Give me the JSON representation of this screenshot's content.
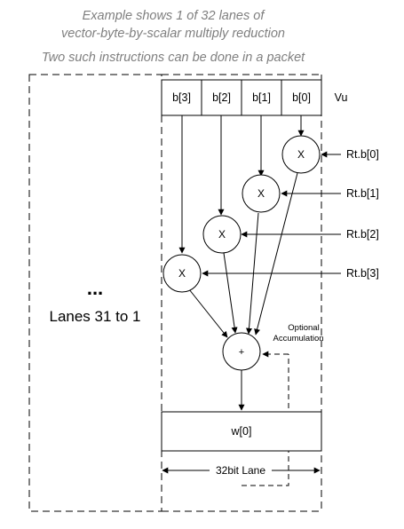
{
  "caption": {
    "line1": "Example shows 1 of 32 lanes of",
    "line2": "vector-byte-by-scalar multiply reduction",
    "line3": "Two such instructions can be done in a packet"
  },
  "vu": {
    "bytes": [
      "b[3]",
      "b[2]",
      "b[1]",
      "b[0]"
    ],
    "label": "Vu"
  },
  "multipliers": {
    "symbol": "X",
    "scalars": [
      "Rt.b[0]",
      "Rt.b[1]",
      "Rt.b[2]",
      "Rt.b[3]"
    ]
  },
  "adder": {
    "symbol": "+"
  },
  "accumulation": {
    "line1": "Optional",
    "line2": "Accumulation"
  },
  "result": {
    "label": "w[0]"
  },
  "lane_width": {
    "label": "32bit Lane"
  },
  "other_lanes": {
    "dots": "...",
    "label": "Lanes 31 to 1"
  }
}
